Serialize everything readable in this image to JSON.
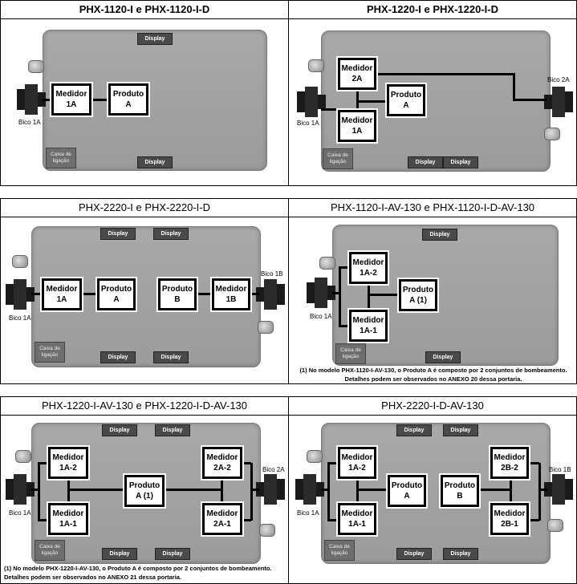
{
  "cells": [
    {
      "title": "PHX-1120-I e PHX-1120-I-D",
      "bold": true
    },
    {
      "title": "PHX-1220-I e PHX-1220-I-D",
      "bold": true
    },
    {
      "title": "PHX-2220-I e PHX-2220-I-D",
      "bold": false
    },
    {
      "title": "PHX-1120-I-AV-130 e PHX-1120-I-D-AV-130",
      "bold": false
    },
    {
      "title": "PHX-1220-I-AV-130 e PHX-1220-I-D-AV-130",
      "bold": false
    },
    {
      "title": "PHX-2220-I-D-AV-130",
      "bold": false
    }
  ],
  "labels": {
    "display": "Display",
    "caixa": "Caixa de\nligação",
    "bico_1a": "Bico 1A",
    "bico_2a": "Bico 2A",
    "bico_1b": "Bico 1B",
    "medidor_1a": "Medidor\n1A",
    "medidor_2a": "Medidor\n2A",
    "medidor_1b": "Medidor\n1B",
    "medidor_1a_1": "Medidor\n1A-1",
    "medidor_1a_2": "Medidor\n1A-2",
    "medidor_2a_1": "Medidor\n2A-1",
    "medidor_2a_2": "Medidor\n2A-2",
    "medidor_2b_1": "Medidor\n2B-1",
    "medidor_2b_2": "Medidor\n2B-2",
    "produto_a": "Produto\nA",
    "produto_b": "Produto\nB",
    "produto_a1": "Produto\nA (1)"
  },
  "notes": {
    "note_1120": "(1) No modelo PHX-1120-I-AV-130, o Produto A é composto por 2 conjuntos de bombeamento.\nDetalhes podem ser observados no ANEXO 20 dessa portaria.",
    "note_1220": "(1) No modelo PHX-1220-I-AV-130, o Produto A é composto por 2 conjuntos de bombeamento.\nDetalhes podem ser observados no ANEXO 21 dessa portaria."
  }
}
